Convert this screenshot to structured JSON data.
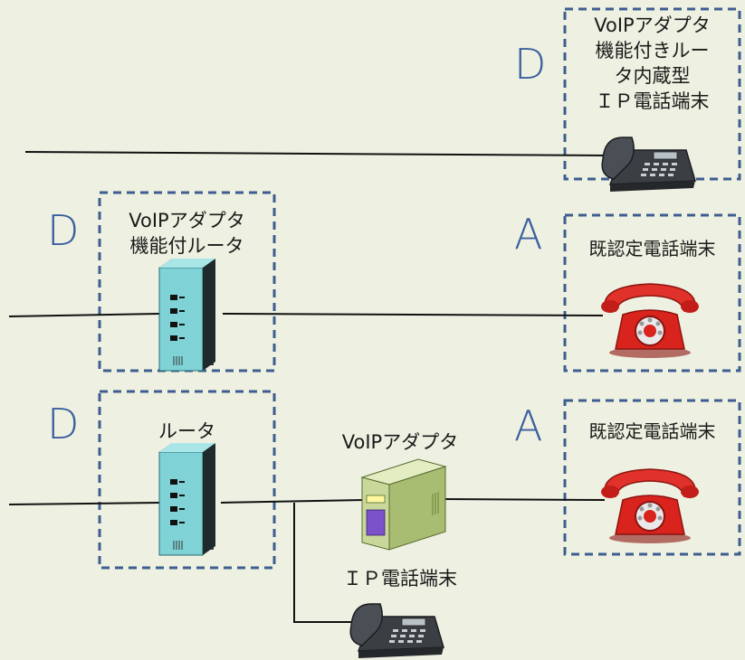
{
  "colors": {
    "background": "#eef0e1",
    "dashed_box": "#3e5e8f",
    "letter": "#3a5f9e",
    "router_body": "#7fd3d6",
    "adapter_body": "#c9d89a",
    "phone_red": "#d9231d",
    "phone_dark": "#3b3f44"
  },
  "rows": {
    "top": {
      "box_letter": "D",
      "device_label_lines": [
        "VoIPアダプタ",
        "機能付きルー",
        "タ内蔵型",
        "ＩＰ電話端末"
      ]
    },
    "middle": {
      "left_letter": "D",
      "left_label_lines": [
        "VoIPアダプタ",
        "機能付ルータ"
      ],
      "right_letter": "A",
      "right_label": "既認定電話端末"
    },
    "bottom": {
      "left_letter": "D",
      "left_label": "ルータ",
      "adapter_label": "VoIPアダプタ",
      "right_letter": "A",
      "right_label": "既認定電話端末",
      "ip_phone_label": "ＩＰ電話端末"
    }
  },
  "icons": [
    "ip-phone-icon",
    "router-icon",
    "red-telephone-icon",
    "voip-adapter-icon"
  ]
}
